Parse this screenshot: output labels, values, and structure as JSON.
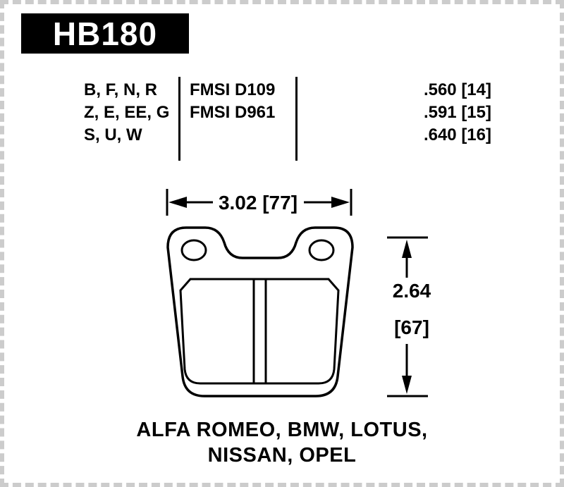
{
  "header": {
    "part_number": "HB180"
  },
  "spec_table": {
    "compound_rows": [
      "B, F, N, R",
      "Z, E, EE, G",
      "S, U, W"
    ],
    "fmsi_rows": [
      "FMSI D109",
      "FMSI D961"
    ],
    "thickness_rows": [
      ".560 [14]",
      ".591 [15]",
      ".640 [16]"
    ]
  },
  "dimensions": {
    "width_label": "3.02 [77]",
    "height_label_line1": "2.64",
    "height_label_line2": "[67]"
  },
  "applications": {
    "line1": "ALFA ROMEO, BMW, LOTUS,",
    "line2": "NISSAN, OPEL"
  },
  "colors": {
    "ink": "#000000",
    "part_box_bg": "#000000",
    "part_box_text": "#ffffff",
    "page_bg": "#ffffff",
    "edge_border": "#cccccc"
  }
}
